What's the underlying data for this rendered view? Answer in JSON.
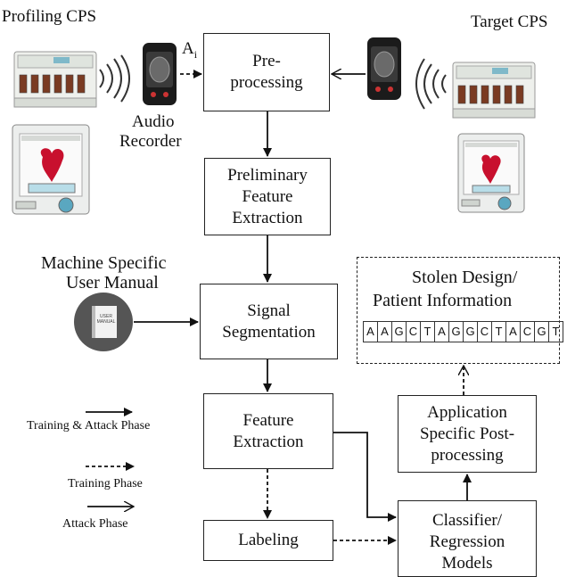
{
  "profiling_cps": {
    "title": "Profiling CPS"
  },
  "target_cps": {
    "title": "Target CPS"
  },
  "audio_recorder": {
    "line1": "Audio",
    "line2": "Recorder"
  },
  "signal_label": {
    "base": "A",
    "sub": "i"
  },
  "manual": {
    "line1": "Machine Specific",
    "line2": "User Manual",
    "book_line1": "USER",
    "book_line2": "MANUAL"
  },
  "boxes": {
    "preprocessing": {
      "line1": "Pre-",
      "line2": "processing"
    },
    "preliminary": {
      "line1": "Preliminary",
      "line2": "Feature",
      "line3": "Extraction"
    },
    "segmentation": {
      "line1": "Signal",
      "line2": "Segmentation"
    },
    "feature": {
      "line1": "Feature",
      "line2": "Extraction"
    },
    "labeling": {
      "line1": "Labeling"
    },
    "classifier": {
      "line1": "Classifier/",
      "line2": "Regression",
      "line3": "Models"
    },
    "postprocessing": {
      "line1": "Application",
      "line2": "Specific Post-",
      "line3": "processing"
    }
  },
  "stolen": {
    "line1": "Stolen Design/",
    "line2": "Patient Information",
    "sequence": [
      "A",
      "A",
      "G",
      "C",
      "T",
      "A",
      "G",
      "G",
      "C",
      "T",
      "A",
      "C",
      "G",
      "T"
    ]
  },
  "legend": {
    "solid": "Training & Attack Phase",
    "dotted": "Training Phase",
    "open": "Attack Phase"
  },
  "colors": {
    "heart": "#c8102e",
    "machine_panel": "#e8ece8",
    "phone": "#1b1b1b"
  }
}
